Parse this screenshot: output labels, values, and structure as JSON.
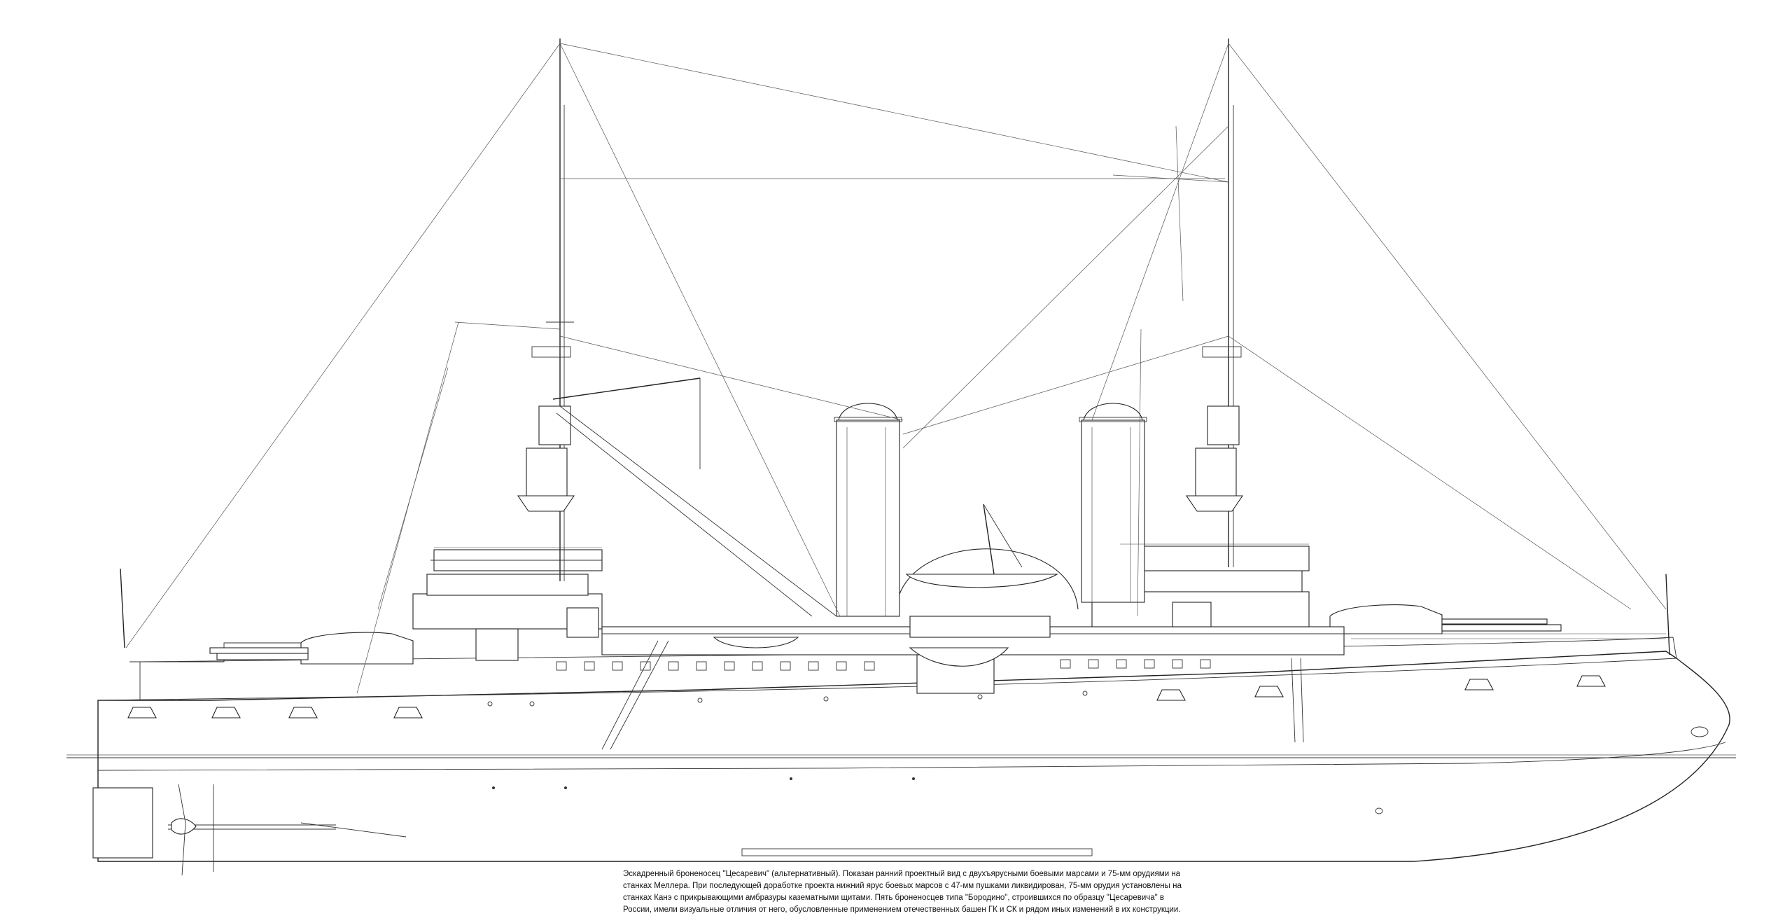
{
  "caption": {
    "lines": [
      "Эскадренный броненосец \"Цесаревич\" (альтернативный). Показан ранний проектный вид с двухъярусными боевыми марсами и 75-мм орудиями на",
      "станках Меллера. При последующей доработке проекта нижний ярус боевых марсов с 47-мм пушками ликвидирован, 75-мм орудия установлены на",
      "станках Канэ с прикрывающими амбразуры казематными щитами. Пять броненосцев типа \"Бородино\", строившихся по образцу \"Цесаревича\" в",
      "России,  имели визуальные отличия от него, обусловленные применением отечественных башен ГК и СК и рядом иных изменений в их конструкции."
    ]
  }
}
